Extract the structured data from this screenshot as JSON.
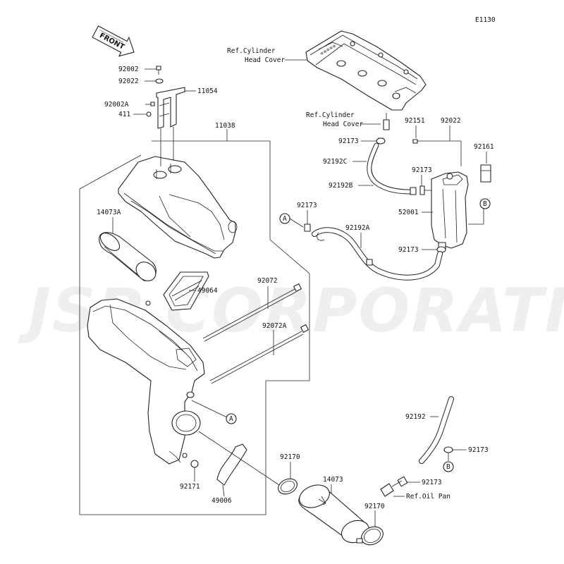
{
  "diagram_code": "E1130",
  "watermark": "JSP CORPORATION",
  "front_arrow": "FRONT",
  "refs": {
    "cyl_head_cover_1a": "Ref.Cylinder",
    "cyl_head_cover_1b": "Head Cover",
    "cyl_head_cover_2a": "Ref.Cylinder",
    "cyl_head_cover_2b": "Head Cover",
    "oil_pan": "Ref.Oil Pan"
  },
  "callouts": {
    "a1": "A",
    "a2": "A",
    "b1": "B",
    "b2": "B"
  },
  "parts": {
    "p92002": "92002",
    "p92022a": "92022",
    "p11054": "11054",
    "p92002A": "92002A",
    "p411": "411",
    "p11038": "11038",
    "p14073A": "14073A",
    "p49064": "49064",
    "p92072": "92072",
    "p92072A": "92072A",
    "p92173a": "92173",
    "p92192C": "92192C",
    "p92192B": "92192B",
    "p92151": "92151",
    "p92022b": "92022",
    "p92161": "92161",
    "p92173b": "92173",
    "p52001": "52001",
    "p92173c": "92173",
    "p92192A": "92192A",
    "p92173d": "92173",
    "p92192": "92192",
    "p92173e": "92173",
    "p92173f": "92173",
    "p92170a": "92170",
    "p14073": "14073",
    "p92171": "92171",
    "p49006": "49006",
    "p92170b": "92170"
  }
}
